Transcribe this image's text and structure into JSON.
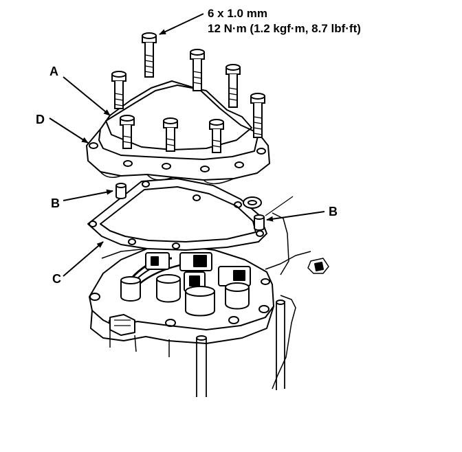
{
  "spec": {
    "bolt_size": "6 x 1.0 mm",
    "torque": "12 N·m (1.2 kgf·m, 8.7 lbf·ft)"
  },
  "labels": {
    "a": "A",
    "b_left": "B",
    "b_right": "B",
    "c": "C",
    "d": "D"
  },
  "colors": {
    "ink": "#000000",
    "paper": "#ffffff"
  }
}
